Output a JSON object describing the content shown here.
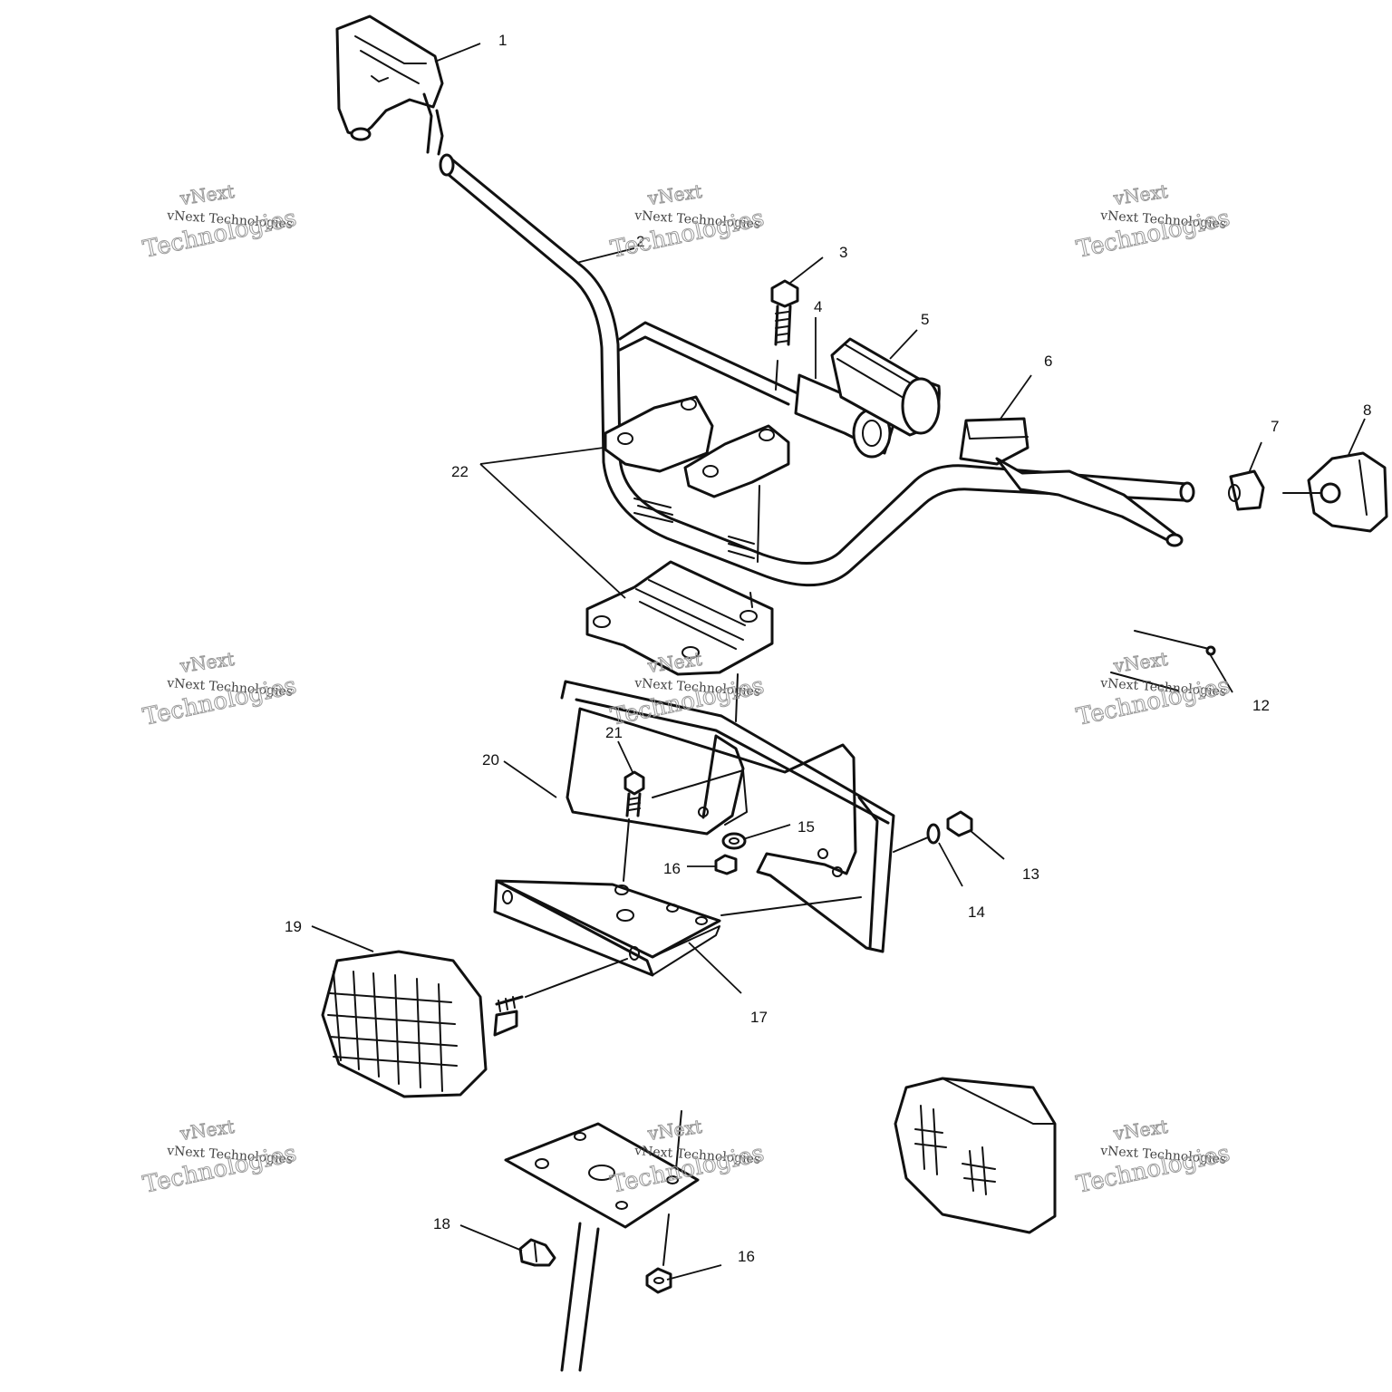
{
  "watermark": {
    "short": "vNext",
    "full": "vNext Technologies",
    "big": "Technologies"
  },
  "callouts": [
    "1",
    "2",
    "3",
    "4",
    "5",
    "6",
    "7",
    "8",
    "12",
    "13",
    "14",
    "15",
    "16",
    "16",
    "17",
    "18",
    "19",
    "20",
    "21",
    "22"
  ]
}
